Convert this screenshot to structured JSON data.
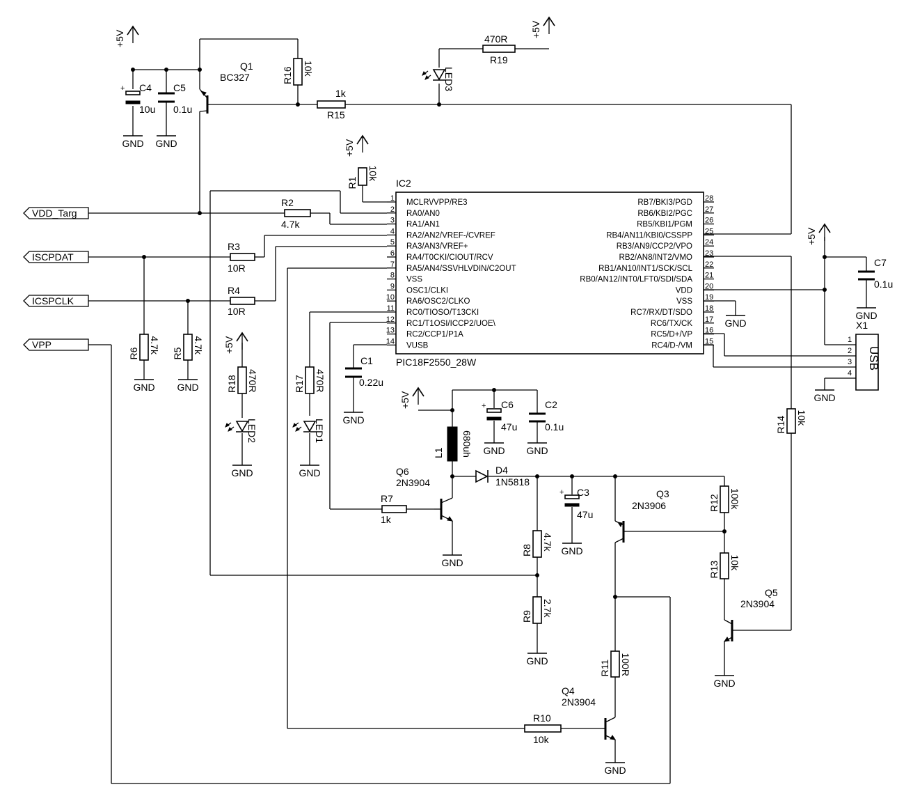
{
  "ic": {
    "ref": "IC2",
    "part": "PIC18F2550_28W",
    "left": [
      {
        "num": "1",
        "name": "MCLR\\/VPP/RE3"
      },
      {
        "num": "2",
        "name": "RA0/AN0"
      },
      {
        "num": "3",
        "name": "RA1/AN1"
      },
      {
        "num": "4",
        "name": "RA2/AN2/VREF-/CVREF"
      },
      {
        "num": "5",
        "name": "RA3/AN3/VREF+"
      },
      {
        "num": "6",
        "name": "RA4/T0CKI/CIOUT/RCV"
      },
      {
        "num": "7",
        "name": "RA5/AN4/SSVHLVDIN/C2OUT"
      },
      {
        "num": "8",
        "name": "VSS"
      },
      {
        "num": "9",
        "name": "OSC1/CLKI"
      },
      {
        "num": "10",
        "name": "RA6/OSC2/CLKO"
      },
      {
        "num": "11",
        "name": "RC0/TIOSO/T13CKI"
      },
      {
        "num": "12",
        "name": "RC1/T1OSI/ICCP2/UOE\\"
      },
      {
        "num": "13",
        "name": "RC2/CCP1/P1A"
      },
      {
        "num": "14",
        "name": "VUSB"
      }
    ],
    "right": [
      {
        "num": "28",
        "name": "RB7/BKI3/PGD"
      },
      {
        "num": "27",
        "name": "RB6/KBI2/PGC"
      },
      {
        "num": "26",
        "name": "RB5/KBI1/PGM"
      },
      {
        "num": "25",
        "name": "RB4/AN11/KBI0/CSSPP"
      },
      {
        "num": "24",
        "name": "RB3/AN9/CCP2/VPO"
      },
      {
        "num": "23",
        "name": "RB2/AN8/INT2/VMO"
      },
      {
        "num": "22",
        "name": "RB1/AN10/INT1/SCK/SCL"
      },
      {
        "num": "21",
        "name": "RB0/AN12/INT0/LFT0/SDI/SDA"
      },
      {
        "num": "20",
        "name": "VDD"
      },
      {
        "num": "19",
        "name": "VSS"
      },
      {
        "num": "18",
        "name": "RC7/RX/DT/SDO"
      },
      {
        "num": "17",
        "name": "RC6/TX/CK"
      },
      {
        "num": "16",
        "name": "RC5/D+/VP"
      },
      {
        "num": "15",
        "name": "RC4/D-/VM"
      }
    ]
  },
  "ports": {
    "vdd_targ": "VDD_Targ",
    "iscpdat": "ISCPDAT",
    "icspclk": "ICSPCLK",
    "vpp": "VPP"
  },
  "usb": {
    "ref": "X1",
    "label": "USB",
    "pins": [
      "1",
      "2",
      "3",
      "4"
    ]
  },
  "supply": "+5V",
  "ground": "GND",
  "labels": {
    "Q1": "Q1",
    "BC327": "BC327",
    "Q3": "Q3",
    "Q3val": "2N3906",
    "Q4": "Q4",
    "Q4val": "2N3904",
    "Q5": "Q5",
    "Q5val": "2N3904",
    "Q6": "Q6",
    "Q6val": "2N3904",
    "C1": "C1",
    "C1val": "0.22u",
    "C2": "C2",
    "C2val": "0.1u",
    "C3": "C3",
    "C3val": "47u",
    "C4": "C4",
    "C4val": "10u",
    "C5": "C5",
    "C5val": "0.1u",
    "C6": "C6",
    "C6val": "47u",
    "C7": "C7",
    "C7val": "0.1u",
    "R1": "R1",
    "R1val": "10k",
    "R2": "R2",
    "R2val": "4.7k",
    "R3": "R3",
    "R3val": "10R",
    "R4": "R4",
    "R4val": "10R",
    "R5": "R5",
    "R5val": "4.7k",
    "R6": "R6",
    "R6val": "4.7k",
    "R7": "R7",
    "R7val": "1k",
    "R8": "R8",
    "R8val": "4.7k",
    "R9": "R9",
    "R9val": "2.7k",
    "R10": "R10",
    "R10val": "10k",
    "R11": "R11",
    "R11val": "100R",
    "R12": "R12",
    "R12val": "100k",
    "R13": "R13",
    "R13val": "10k",
    "R14": "R14",
    "R14val": "10k",
    "R15": "R15",
    "R15val": "1k",
    "R16": "R16",
    "R16val": "10k",
    "R17": "R17",
    "R17val": "470R",
    "R18": "R18",
    "R18val": "470R",
    "R19": "R19",
    "R19val": "470R",
    "L1": "L1",
    "L1val": "680uh",
    "D4": "D4",
    "D4val": "1N5818",
    "LED1": "LED1",
    "LED2": "LED2",
    "LED3": "LED3"
  }
}
